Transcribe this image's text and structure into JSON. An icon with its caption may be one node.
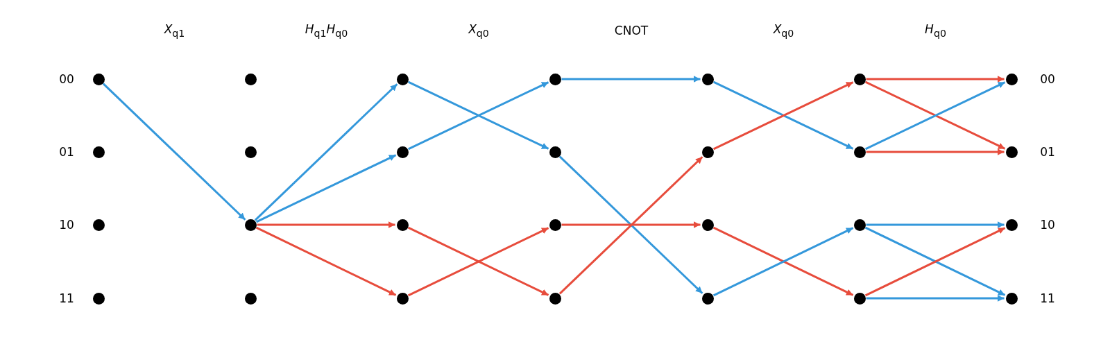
{
  "diagram": {
    "nodes": [
      {
        "text": [],
        "shape": "circle"
      },
      {
        "text": [],
        "shape": "circle"
      },
      {
        "text": [],
        "shape": "circle"
      },
      {
        "text": [],
        "shape": "circle"
      },
      {
        "text": [],
        "shape": "circle"
      },
      {
        "text": [],
        "shape": "circle"
      },
      {
        "text": [],
        "shape": "circle"
      },
      {
        "text": [],
        "shape": "circle"
      },
      {
        "text": [],
        "shape": "circle"
      },
      {
        "text": [],
        "shape": "circle"
      },
      {
        "text": [],
        "shape": "circle"
      },
      {
        "text": [],
        "shape": "circle"
      },
      {
        "text": [],
        "shape": "circle"
      },
      {
        "text": [],
        "shape": "circle"
      },
      {
        "text": [],
        "shape": "circle"
      },
      {
        "text": [],
        "shape": "circle"
      },
      {
        "text": [],
        "shape": "circle"
      },
      {
        "text": [],
        "shape": "circle"
      },
      {
        "text": [],
        "shape": "circle"
      },
      {
        "text": [],
        "shape": "circle"
      },
      {
        "text": [],
        "shape": "circle"
      },
      {
        "text": [],
        "shape": "circle"
      },
      {
        "text": [],
        "shape": "circle"
      },
      {
        "text": [],
        "shape": "circle"
      },
      {
        "text": [],
        "shape": "circle"
      },
      {
        "text": [],
        "shape": "circle"
      },
      {
        "text": [],
        "shape": "circle"
      },
      {
        "text": [],
        "shape": "circle"
      }
    ],
    "edges": [
      {
        "from": 0,
        "to": 6,
        "arrow": "to"
      },
      {
        "from": 6,
        "to": 8,
        "arrow": "to"
      },
      {
        "from": 6,
        "to": 9,
        "arrow": "to"
      },
      {
        "from": 6,
        "to": 10,
        "arrow": "to",
        "color": "#e74c3c"
      },
      {
        "from": 6,
        "to": 11,
        "arrow": "to",
        "color": "#e74c3c"
      },
      {
        "from": 8,
        "to": 13,
        "arrow": "to"
      },
      {
        "from": 9,
        "to": 12,
        "arrow": "to"
      },
      {
        "from": 10,
        "to": 15,
        "arrow": "to",
        "color": "#e74c3c"
      },
      {
        "from": 11,
        "to": 14,
        "arrow": "to",
        "color": "#e74c3c"
      },
      {
        "from": 12,
        "to": 16,
        "arrow": "to"
      },
      {
        "from": 13,
        "to": 19,
        "arrow": "to"
      },
      {
        "from": 14,
        "to": 18,
        "arrow": "to",
        "color": "#e74c3c"
      },
      {
        "from": 15,
        "to": 17,
        "arrow": "to",
        "color": "#e74c3c"
      },
      {
        "from": 16,
        "to": 21,
        "arrow": "to"
      },
      {
        "from": 17,
        "to": 20,
        "arrow": "to",
        "color": "#e74c3c"
      },
      {
        "from": 18,
        "to": 23,
        "arrow": "to",
        "color": "#e74c3c"
      },
      {
        "from": 19,
        "to": 22,
        "arrow": "to"
      },
      {
        "from": 20,
        "to": 24,
        "arrow": "to",
        "color": "#e74c3c"
      },
      {
        "from": 20,
        "to": 25,
        "arrow": "to",
        "color": "#e74c3c"
      },
      {
        "from": 21,
        "to": 24,
        "arrow": "to"
      },
      {
        "from": 21,
        "to": 25,
        "arrow": "to",
        "color": "#e74c3c"
      },
      {
        "from": 22,
        "to": 26,
        "arrow": "to"
      },
      {
        "from": 22,
        "to": 27,
        "arrow": "to"
      },
      {
        "from": 23,
        "to": 26,
        "arrow": "to",
        "color": "#e74c3c"
      },
      {
        "from": 23,
        "to": 27,
        "arrow": "to"
      }
    ],
    "labels": [
      "*X*$_{q1}$",
      "*H*$_{q1}$*H*$_{q0}$",
      "*X*$_{q0}$",
      "CNOT",
      "*X*$_{q0}$",
      "*H*$_{q0}$",
      "00",
      "00",
      "01",
      "01",
      "10",
      "10",
      "11",
      "11"
    ]
  }
}
